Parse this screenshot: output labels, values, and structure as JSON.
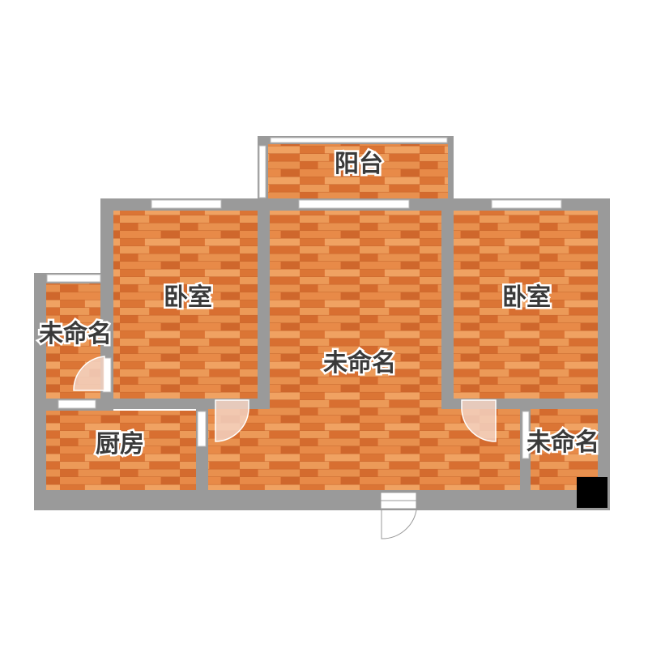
{
  "floorplan": {
    "rooms": {
      "balcony": {
        "label": "阳台"
      },
      "bedroom_left": {
        "label": "卧室"
      },
      "bedroom_right": {
        "label": "卧室"
      },
      "living": {
        "label": "未命名"
      },
      "small_left": {
        "label": "未命名"
      },
      "small_right": {
        "label": "未命名"
      },
      "kitchen": {
        "label": "厨房"
      }
    },
    "colors": {
      "wall": "#9a9a9a",
      "floor_base": "#e07a3a",
      "floor_light": "#ec9a58",
      "floor_dark": "#c9652b",
      "window": "#ffffff",
      "door_swing": "#f3d2c2",
      "column": "#000000"
    }
  }
}
